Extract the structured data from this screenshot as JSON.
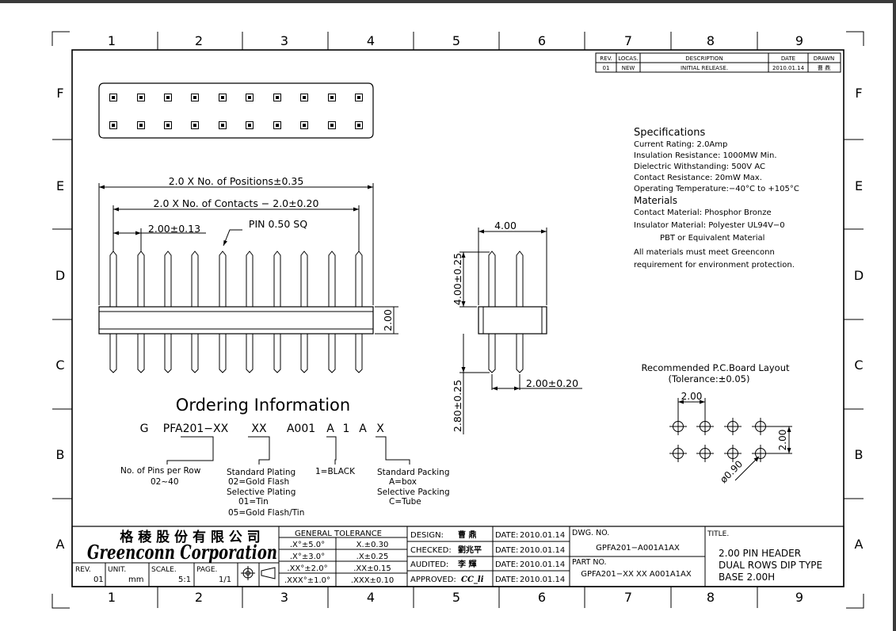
{
  "grid": {
    "columns": [
      "1",
      "2",
      "3",
      "4",
      "5",
      "6",
      "7",
      "8",
      "9"
    ],
    "rows": [
      "F",
      "E",
      "D",
      "C",
      "B",
      "A"
    ]
  },
  "revision_table": {
    "headers": [
      "REV.",
      "LOCAS.",
      "DESCRIPTION",
      "DATE",
      "DRAWN"
    ],
    "row": [
      "01",
      "NEW",
      "INITIAL RELEASE.",
      "2010.01.14",
      "曹 鼎"
    ]
  },
  "dimensions": {
    "positions": "2.0 X No. of Positions±0.35",
    "contacts": "2.0 X No. of Contacts − 2.0±0.20",
    "pitch": "2.00±0.13",
    "pin": "PIN 0.50 SQ",
    "body_height": "2.00",
    "side_width": "4.00",
    "upper_length": "4.00±0.25",
    "lower_length": "2.80±0.25",
    "row_pitch": "2.00±0.20"
  },
  "specifications": {
    "title": "Specifications",
    "lines": [
      "Current Rating: 2.0Amp",
      "Insulation Resistance: 1000MW Min.",
      "Dielectric Withstanding: 500V AC",
      "Contact Resistance: 20mW Max.",
      "Operating Temperature:−40°C to +105°C"
    ],
    "materials_title": "Materials",
    "materials": [
      "Contact Material: Phosphor Bronze",
      "Insulator Material: Polyester UL94V−0",
      "PBT or Equivalent Material",
      "All materials must meet Greenconn",
      "requirement for environment protection."
    ]
  },
  "pcb_layout": {
    "title": "Recommended P.C.Board Layout",
    "tolerance": "(Tolerance:±0.05)",
    "pitch_x": "2.00",
    "pitch_y": "2.00",
    "hole": "ø0.90"
  },
  "ordering": {
    "title": "Ordering Information",
    "code": [
      "G",
      "PFA201−XX",
      "XX",
      "A001",
      "A",
      "1",
      "A",
      "X"
    ],
    "pins_label": "No. of Pins per Row",
    "pins_range": "02~40",
    "plating_label": "Standard Plating",
    "plating_02": "02=Gold Flash",
    "selective_plating": "Selective Plating",
    "plating_01": "01=Tin",
    "plating_05": "05=Gold Flash/Tin",
    "color": "1=BLACK",
    "packing_label": "Standard Packing",
    "packing_a": "A=box",
    "selective_packing": "Selective Packing",
    "packing_c": "C=Tube"
  },
  "title_block": {
    "company_cn": "格 稜 股 份 有 限 公 司",
    "company_en": "Greenconn Corporation",
    "rev_label": "REV.",
    "rev_value": "01",
    "unit_label": "UNIT.",
    "unit_value": "mm",
    "scale_label": "SCALE.",
    "scale_value": "5:1",
    "page_label": "PAGE.",
    "page_value": "1/1",
    "tolerance_title": "GENERAL TOLERANCE",
    "tolerance": [
      [
        ".X°±5.0°",
        "X.±0.30"
      ],
      [
        ".X°±3.0°",
        ".X±0.25"
      ],
      [
        ".XX°±2.0°",
        ".XX±0.15"
      ],
      [
        ".XXX°±1.0°",
        ".XXX±0.10"
      ]
    ],
    "design_label": "DESIGN:",
    "design_value": "曹 鼎",
    "checked_label": "CHECKED:",
    "checked_value": "劉兆平",
    "audited_label": "AUDITED:",
    "audited_value": "李 輝",
    "approved_label": "APPROVED:",
    "approved_value": "CC_li",
    "date_label": "DATE:",
    "date_value": "2010.01.14",
    "dwg_label": "DWG. NO.",
    "dwg_value": "GPFA201−A001A1AX",
    "part_label": "PART NO.",
    "part_value": "GPFA201−XX XX A001A1AX",
    "title_label": "TITLE.",
    "title_lines": [
      "2.00 PIN HEADER",
      "DUAL ROWS DIP TYPE",
      "BASE 2.00H"
    ]
  }
}
